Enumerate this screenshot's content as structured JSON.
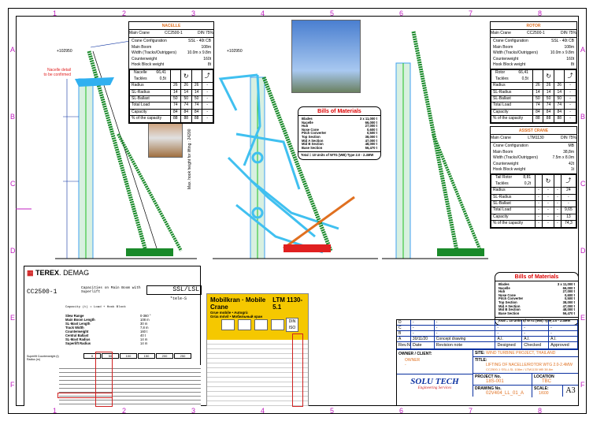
{
  "grid": {
    "cols": [
      "1",
      "2",
      "3",
      "4",
      "5",
      "6",
      "7",
      "8"
    ],
    "rows": [
      "A",
      "B",
      "C",
      "D",
      "E",
      "F"
    ]
  },
  "annotations": {
    "elevation_left": "+102950",
    "elevation_center": "+102950",
    "nacelle_note_1": "Nacelle detail",
    "nacelle_note_2": "to be confirmed",
    "boom_height_label": "Max. hook height for lifting : 24200"
  },
  "nacelle_table": {
    "title": "NACELLE",
    "main_crane_label": "Main Crane",
    "main_crane": "CC2500-1",
    "din": "DIN 75%",
    "config": [
      [
        "Crane Configuration",
        "SSL - 40t CB"
      ],
      [
        "Main Boom",
        "108m"
      ],
      [
        "Width (Tracks/Outriggers)",
        "10.0m x 9.8m"
      ],
      [
        "Counterweight",
        "160t"
      ],
      [
        "Hook Block weight",
        "8t"
      ]
    ],
    "load_label": "Nacelle",
    "load_value": "66,41",
    "tackles_label": "Tackles",
    "tackles_value": "0,5t",
    "rows": [
      [
        "Radius",
        "26",
        "26",
        "26",
        "-"
      ],
      [
        "SL-Radius",
        "14",
        "14",
        "14",
        "-"
      ],
      [
        "SL-Ballast",
        "50",
        "50",
        "50",
        "-"
      ],
      [
        "Total Load",
        "74",
        "74",
        "74",
        "-"
      ],
      [
        "Capacity",
        "84",
        "84",
        "84",
        "-"
      ],
      [
        "% of the capacity",
        "88",
        "88",
        "88",
        "-"
      ]
    ]
  },
  "rotor_table": {
    "title": "ROTOR",
    "main_crane_label": "Main Crane",
    "main_crane": "CC2500-1",
    "din": "DIN 75%",
    "config": [
      [
        "Crane Configuration",
        "SSL - 40t CB"
      ],
      [
        "Main Boom",
        "108m"
      ],
      [
        "Width (Tracks/Outriggers)",
        "10.0m x 9.8m"
      ],
      [
        "Counterweight",
        "160t"
      ],
      [
        "Hook Block weight",
        "8t"
      ]
    ],
    "load_label": "Rotor",
    "load_value": "66,41",
    "tackles_label": "Tackles",
    "tackles_value": "0,5t",
    "rows": [
      [
        "Radius",
        "26",
        "26",
        "26",
        "-"
      ],
      [
        "SL-Radius",
        "14",
        "14",
        "14",
        "-"
      ],
      [
        "SL-Ballast",
        "50",
        "50",
        "50",
        "-"
      ],
      [
        "Total Load",
        "74",
        "74",
        "74",
        "-"
      ],
      [
        "Capacity",
        "84",
        "84",
        "84",
        "-"
      ],
      [
        "% of the capacity",
        "88",
        "88",
        "88",
        "-"
      ]
    ]
  },
  "assist_table": {
    "title": "ASSIST CRANE",
    "main_crane_label": "Main Crane",
    "main_crane": "LTM1130",
    "din": "DIN 75%",
    "config": [
      [
        "Crane Configuration",
        "MB"
      ],
      [
        "Main Boom",
        "38,8m"
      ],
      [
        "Width (Tracks/Outriggers)",
        "7.5m x 8.0m"
      ],
      [
        "Counterweight",
        "42t"
      ],
      [
        "Hook Block weight",
        "1t"
      ]
    ],
    "load_label": "Tail Rotor",
    "load_value": "8,81",
    "tackles_label": "Tackles",
    "tackles_value": "0,2t",
    "rows": [
      [
        "Radius",
        "-",
        "-",
        "-",
        "24"
      ],
      [
        "SL-Radius",
        "-",
        "-",
        "-",
        "-"
      ],
      [
        "SL-Ballast",
        "-",
        "-",
        "-",
        "-"
      ],
      [
        "Total Load",
        "-",
        "-",
        "-",
        "9,65"
      ],
      [
        "Capacity",
        "-",
        "-",
        "-",
        "13"
      ],
      [
        "% of the capacity",
        "-",
        "-",
        "-",
        "74,3"
      ]
    ]
  },
  "bom": {
    "title": "Bills of Materials",
    "items": [
      [
        "Blades",
        "3 x 11,000 t"
      ],
      [
        "Nacelle",
        "66,000 t"
      ],
      [
        "Hub",
        "27,000 t"
      ],
      [
        "Nose Cone",
        "0,600 t"
      ],
      [
        "Pitch Converter",
        "0,500 t"
      ],
      [
        "Top Section",
        "38,000 t"
      ],
      [
        "Mid A Section",
        "47,000 t"
      ],
      [
        "Mid B Section",
        "48,000 t"
      ],
      [
        "Base Section",
        "56,470 t"
      ]
    ],
    "total": "Total = 10 Units of WTG (WB) Type 2.0 - 2.4MW"
  },
  "terex": {
    "brand": "TEREX",
    "brand2": "DEMAG",
    "model": "CC2500-1",
    "caption_1": "Capacities on Main Boom with",
    "caption_2": "Superlift",
    "config": "SSL/LSL",
    "config_sub": "*tele-S",
    "formula": "Capacity (t) = Load + Hook Block",
    "specs": [
      [
        "Slew Range",
        "0-360 °"
      ],
      [
        "Main Boom Length",
        "108 m"
      ],
      [
        "SL-Mast Length",
        "30 m"
      ],
      [
        "Track Width",
        "7,8 m"
      ],
      [
        "Counterweight",
        "160 t"
      ],
      [
        "Central Ballast",
        "40 t"
      ],
      [
        "SL-Mast Radius",
        "14 m"
      ],
      [
        "Superlift Radius",
        "14 m"
      ]
    ],
    "cw_label": "Superlift Counterweight (t)",
    "radius_label": "Radius (m)",
    "cw_values": [
      "0",
      "50",
      "100",
      "150",
      "200",
      "250"
    ]
  },
  "liebherr": {
    "title": "Mobilkran · Mobile Crane",
    "model": "LTM 1130-5.1",
    "sub1": "Grue mobile • Autogrù",
    "sub2": "Grúa móvil • Мобильный кран",
    "din": "DIN ISO"
  },
  "title_block": {
    "revisions": [
      [
        "D",
        "-",
        "-",
        "-",
        "-",
        "-"
      ],
      [
        "C",
        "-",
        "-",
        "-",
        "-",
        "-"
      ],
      [
        "B",
        "-",
        "-",
        "-",
        "-",
        "-"
      ],
      [
        "A",
        "30/11/20",
        "Concept drawing",
        "A.I.",
        "A.I.",
        "A.I."
      ]
    ],
    "headers": [
      "Rev.No",
      "Date",
      "Revision note",
      "Designed",
      "Checked",
      "Approved"
    ],
    "owner_label": "OWNER / CLIENT:",
    "owner": "OWNER",
    "owner_dash": "-",
    "site_label": "SITE:",
    "site": "WIND TURBINE PROJECT, THAILAND",
    "title_label": "TITLE:",
    "title_1": "LIFTING OF NACELLE/ROTOR WTG 2.0-2.4MW",
    "title_2": "CC2500-1 SSL-LSL 108m / LTM1130 MB 38.8m",
    "logo_1": "SOLU TECH",
    "logo_2": "Engineering Services",
    "project_label": "PROJECT No.",
    "project": "18S-001",
    "location_label": "LOCATION",
    "location": "TBC",
    "drawing_label": "DRAWING No.",
    "drawing": "02V404_LL_01_A",
    "scale_label": "SCALE:",
    "scale": "1/600",
    "size": "A3"
  },
  "colors": {
    "grid_label": "#c020c0",
    "orange": "#e07020",
    "blue": "#0a30a0",
    "boom": "#1a8a2a",
    "light_blue": "#40c0f0"
  }
}
